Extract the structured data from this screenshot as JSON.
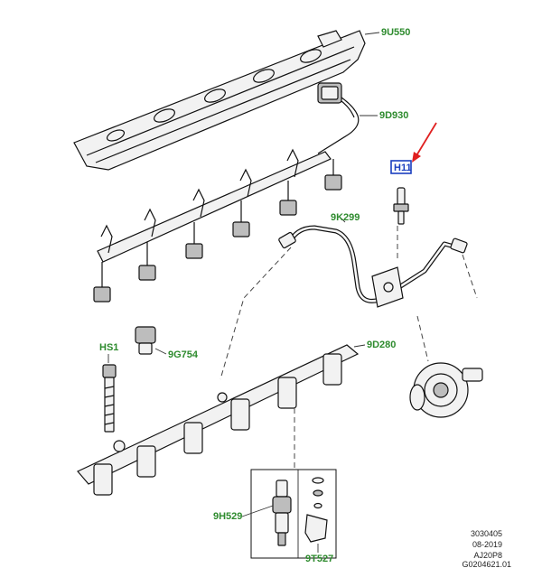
{
  "callouts": {
    "c_9u550": "9U550",
    "c_9d930": "9D930",
    "c_h11": "H11",
    "c_9k299": "9K299",
    "c_hs1": "HS1",
    "c_9g754": "9G754",
    "c_9d280": "9D280",
    "c_9h529": "9H529",
    "c_9t527": "9T527"
  },
  "reference": {
    "line1": "3030405",
    "line2": "08-2019",
    "line3": "AJ20P8",
    "line4": "G0204621.01"
  },
  "colors": {
    "callout_green": "#2e8b2e",
    "highlight_blue": "#1a3fbf",
    "arrow_red": "#e02020"
  }
}
